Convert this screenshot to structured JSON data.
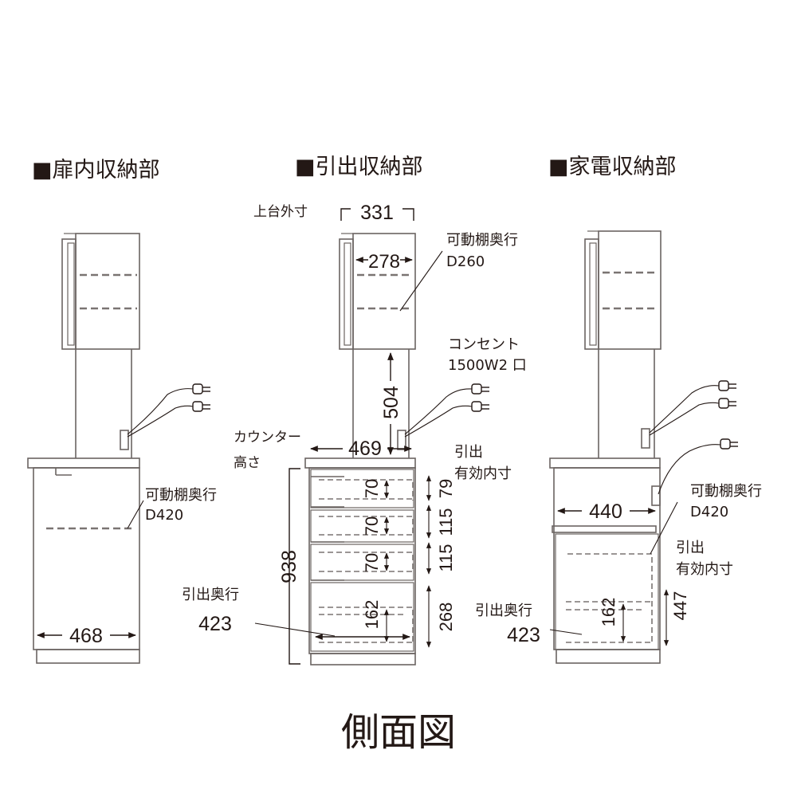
{
  "titles": {
    "door_storage": "■扉内収納部",
    "drawer_storage": "■引出収納部",
    "appliance_storage": "■家電収納部"
  },
  "caption": "側面図",
  "left_unit": {
    "shelf_label": "可動棚奥行",
    "shelf_depth": "D420",
    "base_depth": "468"
  },
  "middle_unit": {
    "top_outer_label": "上台外寸",
    "top_outer": "331",
    "shelf_inner": "278",
    "shelf_label": "可動棚奥行",
    "shelf_depth": "D260",
    "outlet_label": "コンセント",
    "outlet_spec": "1500W2 口",
    "upper_gap": "504",
    "counter_label_1": "カウンター",
    "counter_label_2": "高さ",
    "counter_depth": "469",
    "drawer_label_1": "引出",
    "drawer_label_2": "有効内寸",
    "total_height": "938",
    "drawer_h1": "70",
    "drawer_h2": "70",
    "drawer_h3": "70",
    "drawer_h4": "162",
    "inner_1": "79",
    "inner_2": "115",
    "inner_3": "115",
    "inner_4": "268",
    "drawer_depth_label": "引出奥行",
    "drawer_depth": "423"
  },
  "right_unit": {
    "counter_depth": "440",
    "shelf_label": "可動棚奥行",
    "shelf_depth": "D420",
    "drawer_label_1": "引出",
    "drawer_label_2": "有効内寸",
    "drawer_inner": "447",
    "drawer_h": "162",
    "drawer_depth_label": "引出奥行",
    "drawer_depth": "423"
  }
}
